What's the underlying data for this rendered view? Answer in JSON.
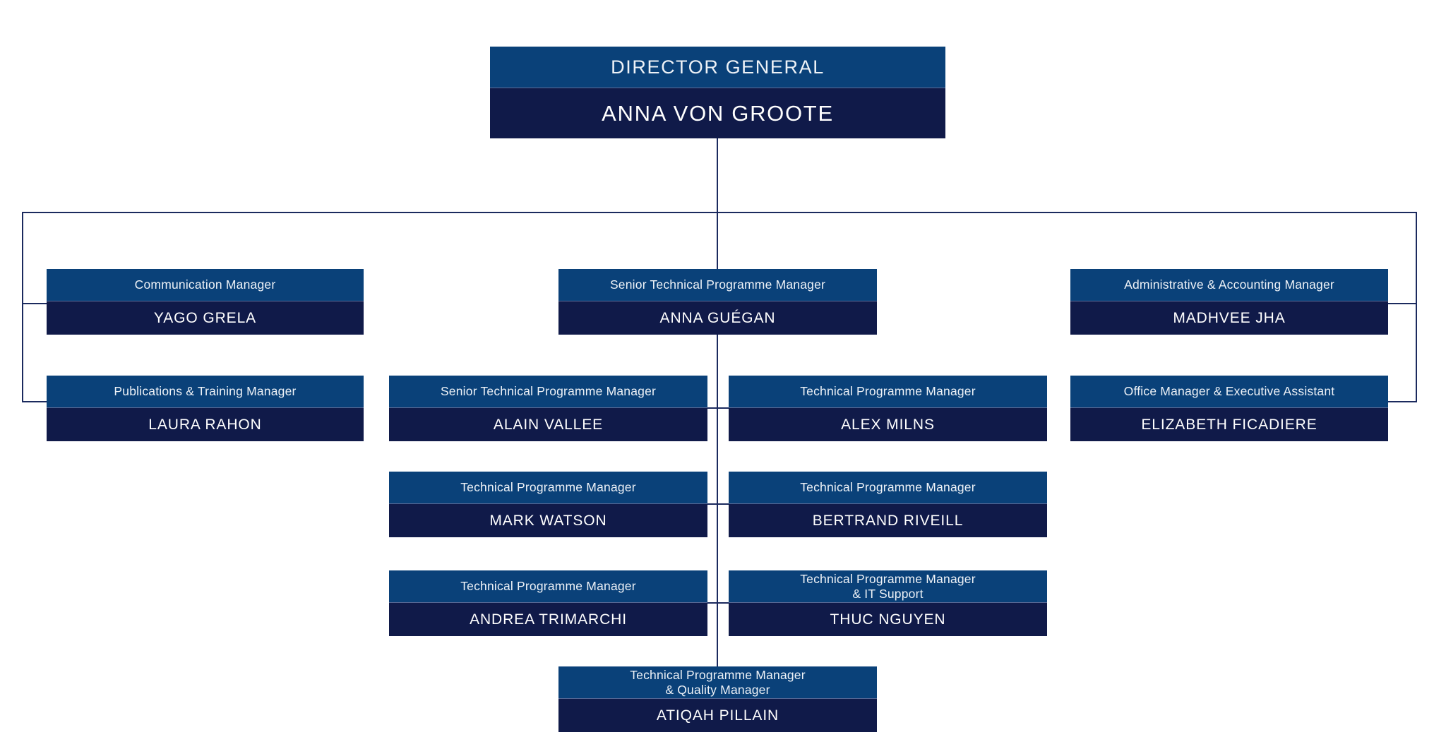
{
  "chart": {
    "type": "org-chart",
    "colors": {
      "title_bar": "#0a4179",
      "name_bar": "#101a49",
      "connector": "#1b2a5e",
      "background": "#ffffff",
      "title_text": "#eef2f7",
      "name_text": "#ffffff"
    }
  },
  "root": {
    "title": "DIRECTOR GENERAL",
    "name": "ANNA VON GROOTE"
  },
  "nodes": {
    "yago": {
      "title": "Communication Manager",
      "name": "YAGO GRELA"
    },
    "anna": {
      "title": "Senior Technical Programme Manager",
      "name": "ANNA GUÉGAN"
    },
    "madhvee": {
      "title": "Administrative & Accounting Manager",
      "name": "MADHVEE JHA"
    },
    "laura": {
      "title": "Publications & Training Manager",
      "name": "LAURA RAHON"
    },
    "alain": {
      "title": "Senior Technical Programme Manager",
      "name": "ALAIN VALLEE"
    },
    "alex": {
      "title": "Technical Programme Manager",
      "name": "ALEX MILNS"
    },
    "elizabeth": {
      "title": "Office Manager & Executive Assistant",
      "name": "ELIZABETH FICADIERE"
    },
    "mark": {
      "title": "Technical Programme Manager",
      "name": "MARK WATSON"
    },
    "bertrand": {
      "title": "Technical Programme Manager",
      "name": "BERTRAND RIVEILL"
    },
    "andrea": {
      "title": "Technical Programme Manager",
      "name": "ANDREA TRIMARCHI"
    },
    "thuc": {
      "title": "Technical Programme Manager\n& IT Support",
      "name": "THUC NGUYEN"
    },
    "atiqah": {
      "title": "Technical Programme Manager\n& Quality Manager",
      "name": "ATIQAH PILLAIN"
    }
  }
}
